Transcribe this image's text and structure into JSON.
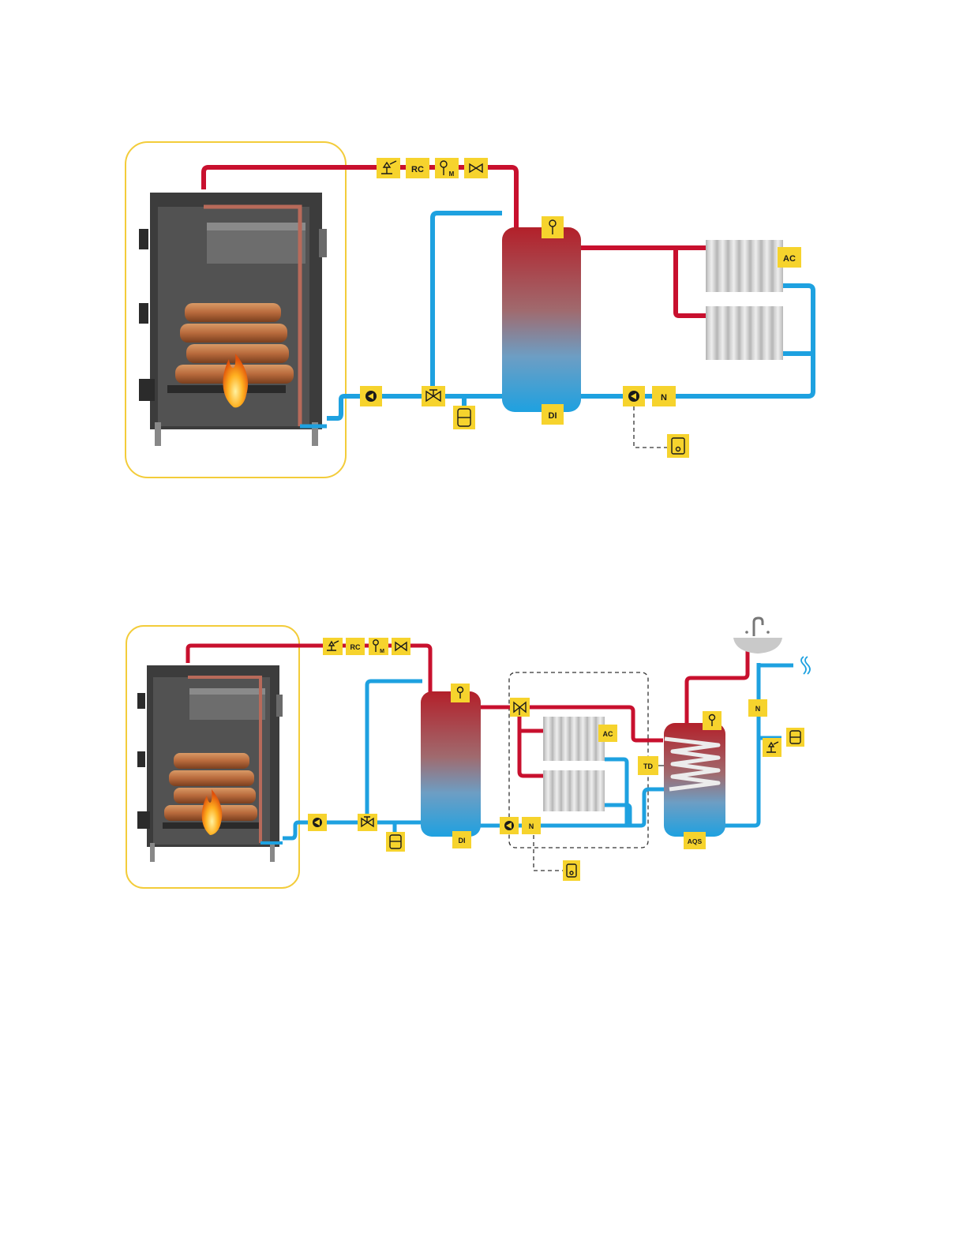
{
  "colors": {
    "hot_pipe": "#c8102e",
    "cold_pipe": "#1ea1e0",
    "symbol_box": "#f6d32d",
    "boiler_frame": "#f3cc3a",
    "boiler_body": "#4a4a4a",
    "radiator": "#d6d6d6"
  },
  "diagram1": {
    "labels": {
      "recirculation": "RC",
      "heating_circuit": "AC",
      "inertia_tank": "DI",
      "non_return_valve": "N"
    },
    "icons": [
      "safety-valve-icon",
      "recirculation-box",
      "thermometer-manometer-icon",
      "gate-valve-icon",
      "thermometer-icon",
      "pump-icon",
      "three-way-valve-icon",
      "expansion-vessel-icon",
      "thermostat-icon"
    ]
  },
  "diagram2": {
    "labels": {
      "recirculation": "RC",
      "heating_circuit": "AC",
      "inertia_tank": "DI",
      "non_return_valve_1": "N",
      "non_return_valve_2": "N",
      "diverter": "TD",
      "hot_water_tank": "AQS"
    },
    "icons": [
      "safety-valve-icon",
      "thermometer-manometer-icon",
      "gate-valve-icon",
      "thermometer-icon",
      "pump-icon",
      "three-way-valve-icon",
      "expansion-vessel-icon",
      "thermostat-icon",
      "sink-icon",
      "cold-water-inlet-icon"
    ]
  }
}
